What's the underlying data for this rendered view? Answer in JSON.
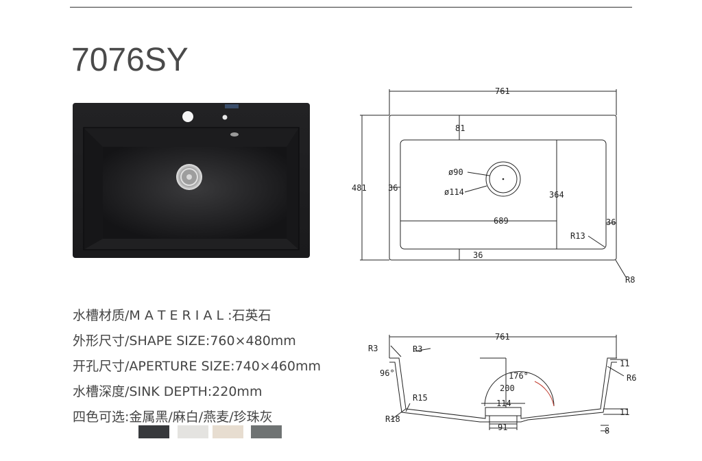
{
  "product": {
    "model": "7076SY"
  },
  "top_view": {
    "width": "761",
    "height": "481",
    "margin_top": "81",
    "left_margin": "36",
    "right_margin": "36",
    "bottom_margin": "36",
    "drain_outer": "ø114",
    "drain_inner": "ø90",
    "bowl_width": "689",
    "bowl_depth": "364",
    "inner_radius": "R13",
    "outer_radius": "R8"
  },
  "section_view": {
    "width": "761",
    "radius_top_left_outer": "R3",
    "radius_top_left_inner": "R3",
    "wall_angle": "96°",
    "floor_angle": "176°",
    "depth": "200",
    "drain_width": "114",
    "drain_bottom": "91",
    "radius_bottom_inner": "R15",
    "radius_bottom_outer": "R18",
    "rim_thickness": "11",
    "right_radius": "R6",
    "floor_thickness": "11",
    "bottom_gap": "8"
  },
  "specs": [
    {
      "label": "水槽材质/M A T E R I A L :",
      "value": "石英石"
    },
    {
      "label": "外形尺寸/SHAPE SIZE:",
      "value": "760×480mm"
    },
    {
      "label": "开孔尺寸/APERTURE SIZE:",
      "value": "740×460mm"
    },
    {
      "label": "水槽深度/SINK DEPTH:",
      "value": "220mm"
    },
    {
      "label": "四色可选:",
      "value": "金属黑/麻白/燕麦/珍珠灰"
    }
  ],
  "colors": [
    {
      "name": "金属黑",
      "hex": "#37393c"
    },
    {
      "name": "麻白",
      "hex": "#e4e3e0"
    },
    {
      "name": "燕麦",
      "hex": "#e7ddd0"
    },
    {
      "name": "珍珠灰",
      "hex": "#6f7373"
    }
  ]
}
